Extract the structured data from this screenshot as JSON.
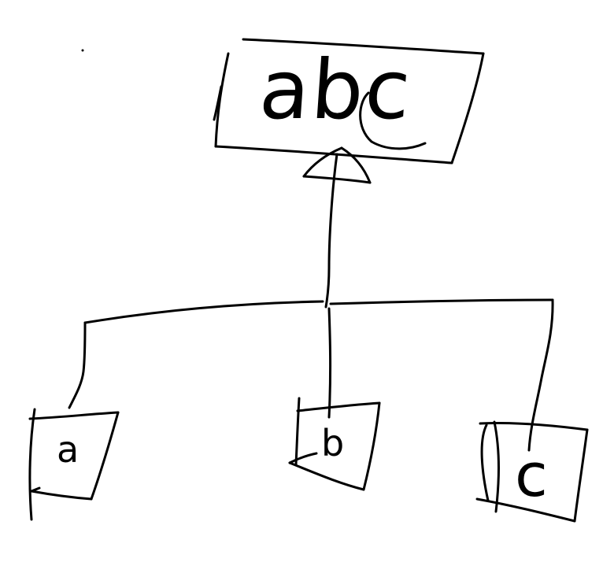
{
  "diagram": {
    "type": "hand-drawn inheritance tree",
    "parent": {
      "label": "abc"
    },
    "children": [
      {
        "label": "a"
      },
      {
        "label": "b"
      },
      {
        "label": "c"
      }
    ],
    "stroke_color": "#000000",
    "background_color": "#ffffff"
  }
}
